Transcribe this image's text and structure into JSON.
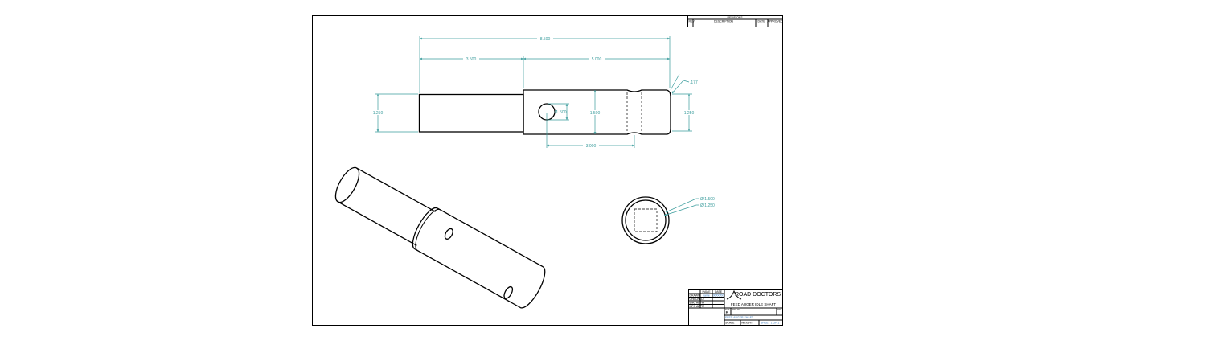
{
  "drawing": {
    "dimensions": {
      "overall_length": "8.500",
      "shaft_length": "3.500",
      "body_length": "5.000",
      "chamfer": ".177",
      "shaft_diameter_left": "1.250",
      "body_diameter": "1.500",
      "end_diameter_right": "1.250",
      "hole_diameter": "Ø .500",
      "hole_to_groove": "3.000",
      "end_outer_diameter": "Ø 1.500",
      "end_inner_diameter": "Ø 1.250"
    },
    "revision_table": {
      "title": "REVISIONS",
      "columns": [
        "REV",
        "DESCRIPTION",
        "DATE",
        "APPROVED"
      ]
    },
    "title_block": {
      "company": "ROAD DOCTORS",
      "title": "FEED AUGER IDLE SHAFT",
      "name_label": "NAME",
      "date_label": "DATE",
      "rows": [
        "DRAWN",
        "CHECKED",
        "ENG APPR",
        "MFG APPR"
      ],
      "drawn_name": "name",
      "drawn_date": "00/00/00",
      "size_label": "SIZE",
      "size": "B",
      "dwg_no_label": "DWG NO",
      "rev_label": "REV",
      "file": "FEED AUGER SHAFT",
      "scale_label": "SCALE",
      "weight_label": "WEIGHT",
      "sheet": "SHEET 1 OF 1"
    },
    "colors": {
      "dimension": "#3a9c9c",
      "line": "#000000"
    }
  }
}
